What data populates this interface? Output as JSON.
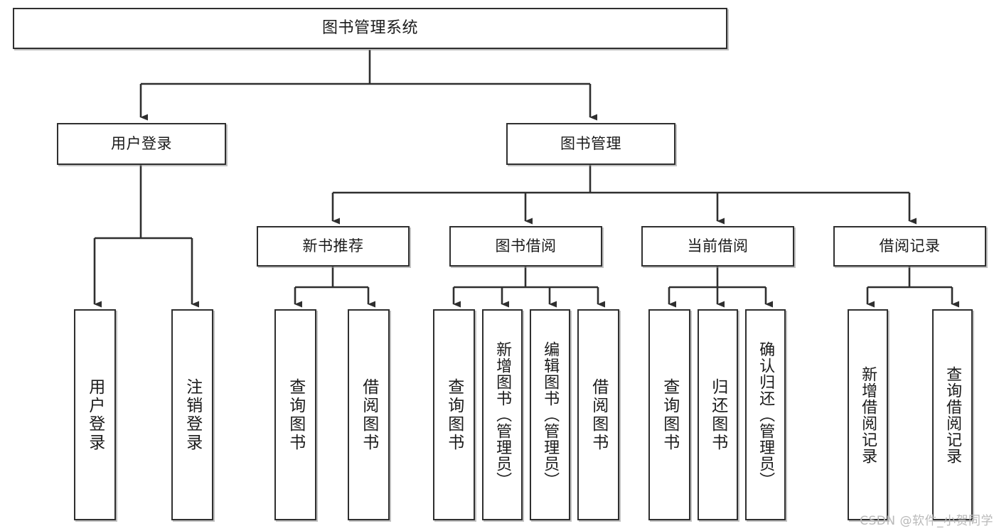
{
  "diagram": {
    "title": "图书管理系统",
    "type": "tree",
    "watermark": "CSDN @软件_小贺同学",
    "colors": {
      "border": "#2f2f2f",
      "fill": "#ffffff",
      "text": "#1b1b1b",
      "edge": "#2f2f2f",
      "shadow": "#8c8c8c",
      "watermark": "#b9b9b9"
    },
    "nodes": {
      "root": {
        "label": "图书管理系统"
      },
      "level2": [
        {
          "id": "user-login",
          "label": "用户登录"
        },
        {
          "id": "book-manage",
          "label": "图书管理"
        }
      ],
      "level3": [
        {
          "id": "new-book-recommend",
          "label": "新书推荐"
        },
        {
          "id": "book-borrow",
          "label": "图书借阅"
        },
        {
          "id": "current-borrow",
          "label": "当前借阅"
        },
        {
          "id": "borrow-record",
          "label": "借阅记录"
        }
      ],
      "leaves": {
        "user-login": [
          {
            "id": "leaf-user-login",
            "label": "用户登录"
          },
          {
            "id": "leaf-logout-login",
            "label": "注销登录"
          }
        ],
        "new-book-recommend": [
          {
            "id": "leaf-query-book-1",
            "label": "查询图书"
          },
          {
            "id": "leaf-borrow-book-1",
            "label": "借阅图书"
          }
        ],
        "book-borrow": [
          {
            "id": "leaf-query-book-2",
            "label": "查询图书"
          },
          {
            "id": "leaf-add-book-admin",
            "label": "新增图书（管理员）"
          },
          {
            "id": "leaf-edit-book-admin",
            "label": "编辑图书（管理员）"
          },
          {
            "id": "leaf-borrow-book-2",
            "label": "借阅图书"
          }
        ],
        "current-borrow": [
          {
            "id": "leaf-query-book-3",
            "label": "查询图书"
          },
          {
            "id": "leaf-return-book",
            "label": "归还图书"
          },
          {
            "id": "leaf-confirm-return-admin",
            "label": "确认归还（管理员）"
          }
        ],
        "borrow-record": [
          {
            "id": "leaf-add-borrow-record",
            "label": "新增借阅记录"
          },
          {
            "id": "leaf-query-borrow-record",
            "label": "查询借阅记录"
          }
        ]
      }
    }
  }
}
